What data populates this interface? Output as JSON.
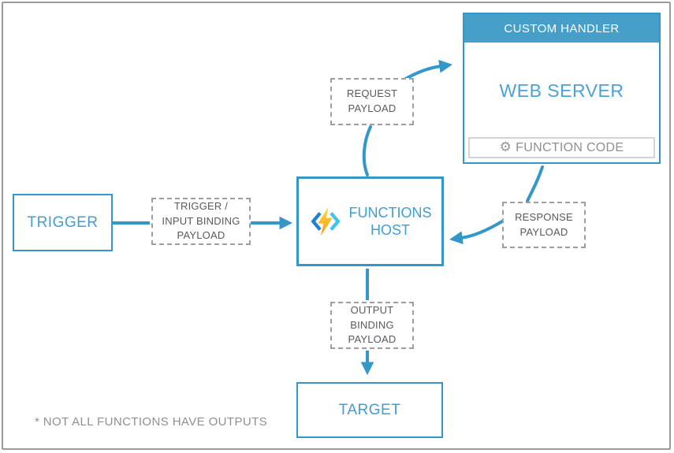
{
  "nodes": {
    "trigger": {
      "label": "TRIGGER"
    },
    "input_binding_payload": {
      "lines": [
        "TRIGGER /",
        "INPUT BINDING",
        "PAYLOAD"
      ]
    },
    "functions_host": {
      "lines": [
        "FUNCTIONS",
        "HOST"
      ]
    },
    "request_payload": {
      "lines": [
        "REQUEST",
        "PAYLOAD"
      ]
    },
    "custom_handler": {
      "header": "CUSTOM HANDLER",
      "web_server_label": "WEB SERVER",
      "function_code_label": "FUNCTION CODE"
    },
    "response_payload": {
      "lines": [
        "RESPONSE",
        "PAYLOAD"
      ]
    },
    "output_binding_payload": {
      "lines": [
        "OUTPUT",
        "BINDING",
        "PAYLOAD"
      ]
    },
    "target": {
      "label": "TARGET"
    }
  },
  "icons": {
    "functions_icon": "azure-functions-logo",
    "gear_icon": "⚙"
  },
  "footnote": "* NOT ALL FUNCTIONS HAVE OUTPUTS",
  "colors": {
    "accent_blue": "#3397c9",
    "header_fill": "#459fc8",
    "node_text_blue": "#3f9ed6",
    "dashed_border": "#9e9e9e",
    "dashed_text": "#595959",
    "muted_text": "#8f8f8f",
    "bolt_yellow": "#ffd83b",
    "bolt_orange": "#ff9a1e",
    "chevron_dark": "#2180d0",
    "chevron_light": "#3fc3f0"
  }
}
